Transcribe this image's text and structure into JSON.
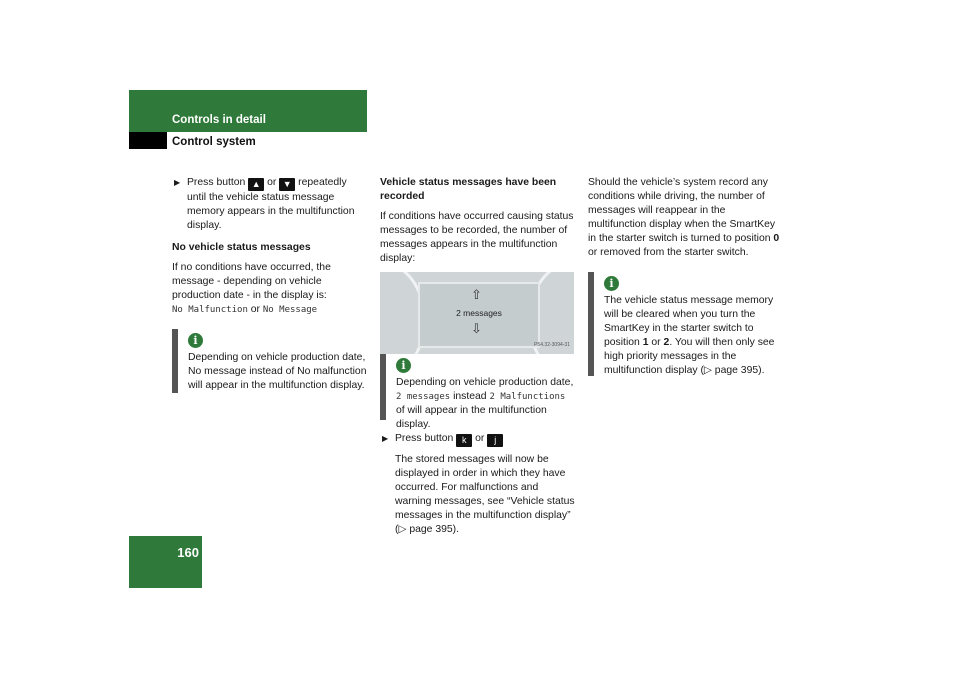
{
  "header": {
    "title": "Controls in detail",
    "subtitle": "Control system"
  },
  "page_number": "160",
  "col1": {
    "step1_pre": "Press button",
    "step1_or": "or",
    "step1_post": "repeatedly until the vehicle status message memory appears in the multifunction display.",
    "key_up_glyph": "▲",
    "key_down_glyph": "▼",
    "heading": "No vehicle status messages",
    "para": "If no conditions have occurred, the message - depending on vehicle production date - in the display is:",
    "msg1": "No Malfunction",
    "msg_or": "or",
    "msg2": "No Message",
    "note_icon": "i",
    "note": "Depending on vehicle production date, No message instead of No malfunction will appear in the multifunction display."
  },
  "col2": {
    "heading": "Vehicle status messages have been recorded",
    "para": "If conditions have occurred causing status messages to be recorded, the number of messages appears in the multifunction display:",
    "illus_text": "2 messages",
    "illus_code": "P54.32-3094-31",
    "note_pre": "Depending on vehicle production date,",
    "note_m1": "2 messages",
    "note_mid": "instead",
    "note_m2": "2 Malfunctions",
    "note_post": "of will appear in the multifunction display.",
    "step_pre": "Press button",
    "step_or": "or",
    "key_k_glyph": "k",
    "key_j_glyph": "j",
    "step_desc": "The stored messages will now be displayed in order in which they have occurred. For malfunctions and warning messages, see “Vehicle status messages in the multifunction display” (▷ page 395)."
  },
  "col3": {
    "para_a": "Should the vehicle’s system record any conditions while driving, the number of messages will reappear in the multifunction display when the SmartKey in the starter switch is turned to position",
    "pos0": "0",
    "para_b": "or removed from the starter switch.",
    "note_a": "The vehicle status message memory will be cleared when you turn the SmartKey in the starter switch to position",
    "pos1": "1",
    "note_or": "or",
    "pos2": "2",
    "note_b": ". You will then only see high priority messages in the multifunction display (▷ page 395)."
  }
}
